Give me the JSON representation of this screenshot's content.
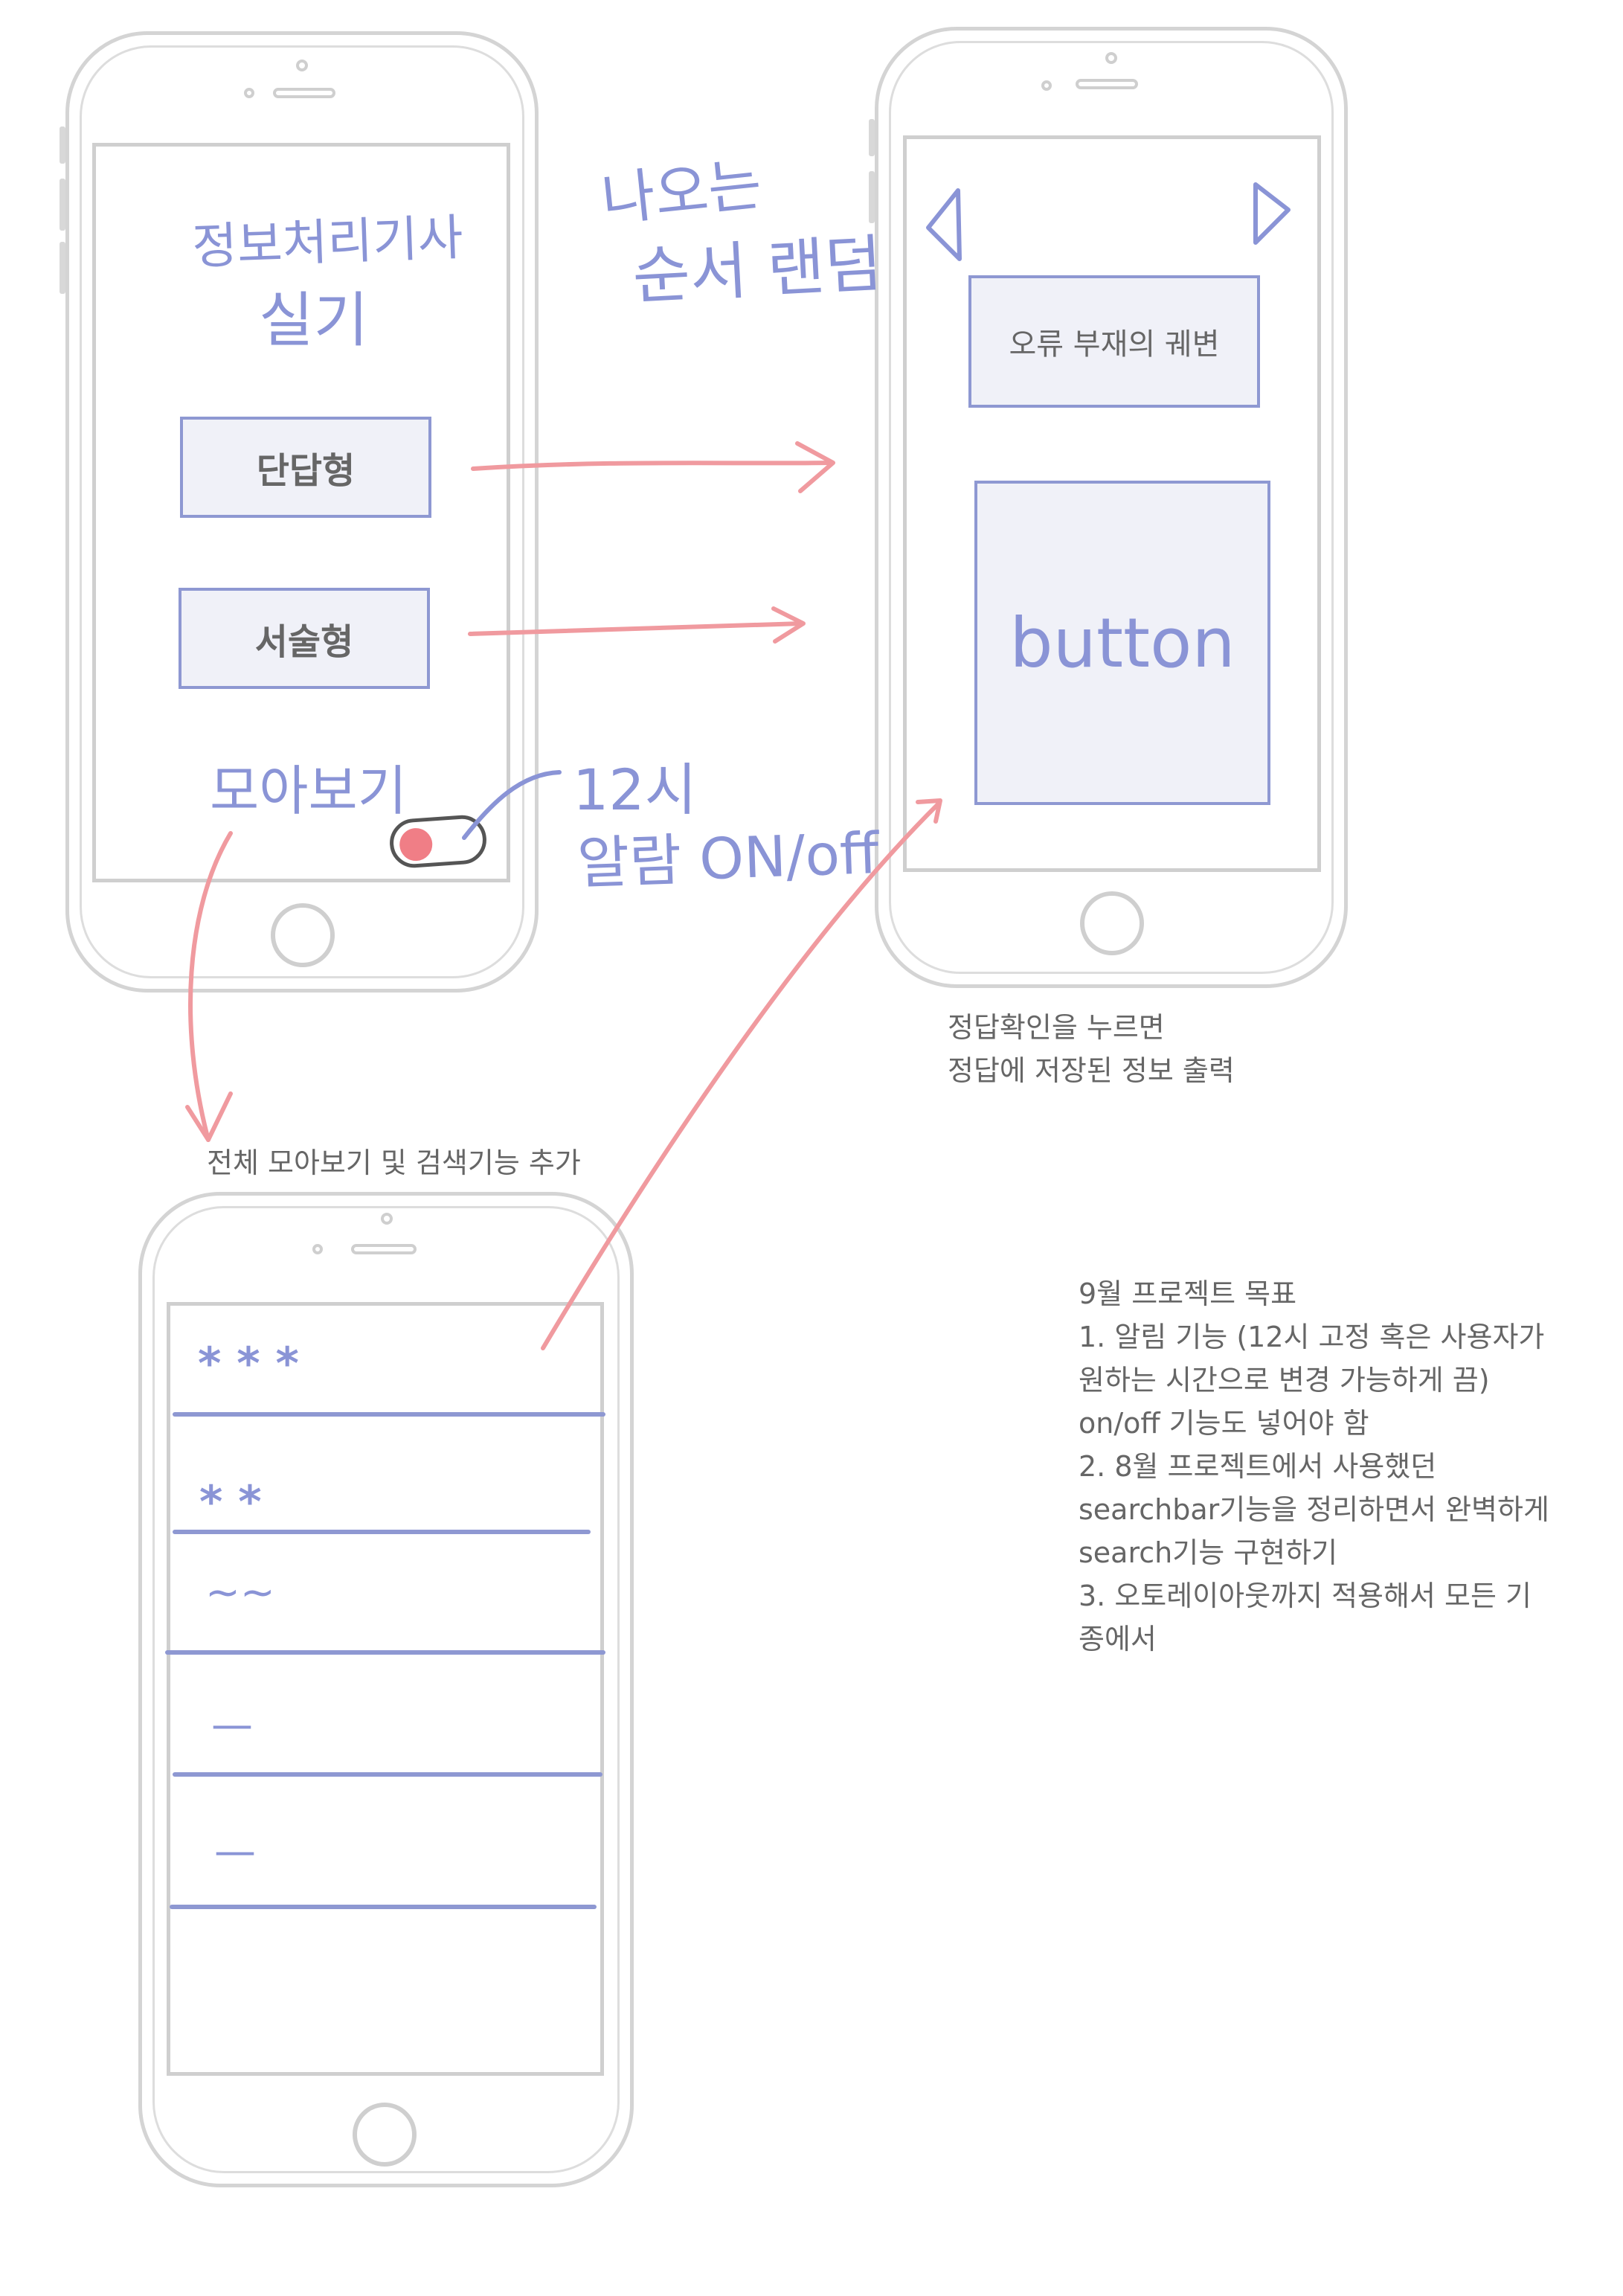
{
  "phone1": {
    "title_line1": "정보처리기사",
    "title_line2": "실기",
    "buttons": [
      "단답형",
      "서술형"
    ],
    "collect_label": "모아보기"
  },
  "annotations": {
    "random_line1": "나오는",
    "random_line2": "순서 랜덤",
    "alarm_line1": "12시",
    "alarm_line2": "알람 ON/off"
  },
  "phone2": {
    "question_text": "오류 부재의 궤변",
    "button_label": "button",
    "caption_lines": [
      "정답확인을 누르면",
      "정답에 저장된 정보 출력"
    ]
  },
  "phone3": {
    "caption": "전체 모아보기 및 검색기능 추가",
    "rows": [
      "* * *",
      "* *",
      "~~",
      "—",
      "—"
    ]
  },
  "goals": {
    "lines": [
      "9월 프로젝트 목표",
      "1. 알림 기능 (12시 고정 혹은 사용자가",
      "원하는 시간으로 변경 가능하게 끔)",
      "on/off 기능도 넣어야 함",
      "2. 8월 프로젝트에서 사용했던",
      "searchbar기능을 정리하면서 완벽하게",
      "search기능 구현하기",
      "3. 오토레이아웃까지 적용해서 모든 기",
      "종에서"
    ]
  },
  "colors": {
    "accent_blue": "#8e98d2",
    "arrow_pink": "#f09a9f",
    "toggle_dot": "#f07e86"
  }
}
